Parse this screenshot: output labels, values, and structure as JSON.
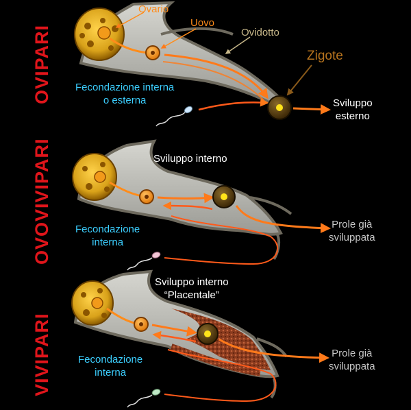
{
  "colors": {
    "background": "#000000",
    "section_title": "#e0151b",
    "fertilization_label": "#3ccfff",
    "development_label": "#ffffff",
    "offspring_label": "#c6c6c6",
    "ovario_label": "#ff8c1a",
    "ovidotto_label": "#c8b88a",
    "zigote_label": "#b8741e",
    "ovary": "#d9a21a",
    "egg": "#ff9a1a",
    "path_arrow": "#ff7a1a",
    "oviduct": "#b9b9b3"
  },
  "sections": [
    {
      "title": "OVIPARI",
      "labels": {
        "ovario": "Ovario",
        "uovo": "Uovo",
        "ovidotto": "Ovidotto",
        "zigote": "Zigote",
        "fecondazione": [
          "Fecondazione interna",
          "o esterna"
        ],
        "sviluppo": [
          "Sviluppo",
          "esterno"
        ]
      }
    },
    {
      "title": "OVOVIVIPARI",
      "labels": {
        "sviluppo": [
          "Sviluppo interno"
        ],
        "fecondazione": [
          "Fecondazione",
          "interna"
        ],
        "prole": [
          "Prole già",
          "sviluppata"
        ]
      }
    },
    {
      "title": "VIVIPARI",
      "labels": {
        "sviluppo": [
          "Sviluppo interno",
          "“Placentale”"
        ],
        "fecondazione": [
          "Fecondazione",
          "interna"
        ],
        "prole": [
          "Prole già",
          "sviluppata"
        ]
      }
    }
  ]
}
